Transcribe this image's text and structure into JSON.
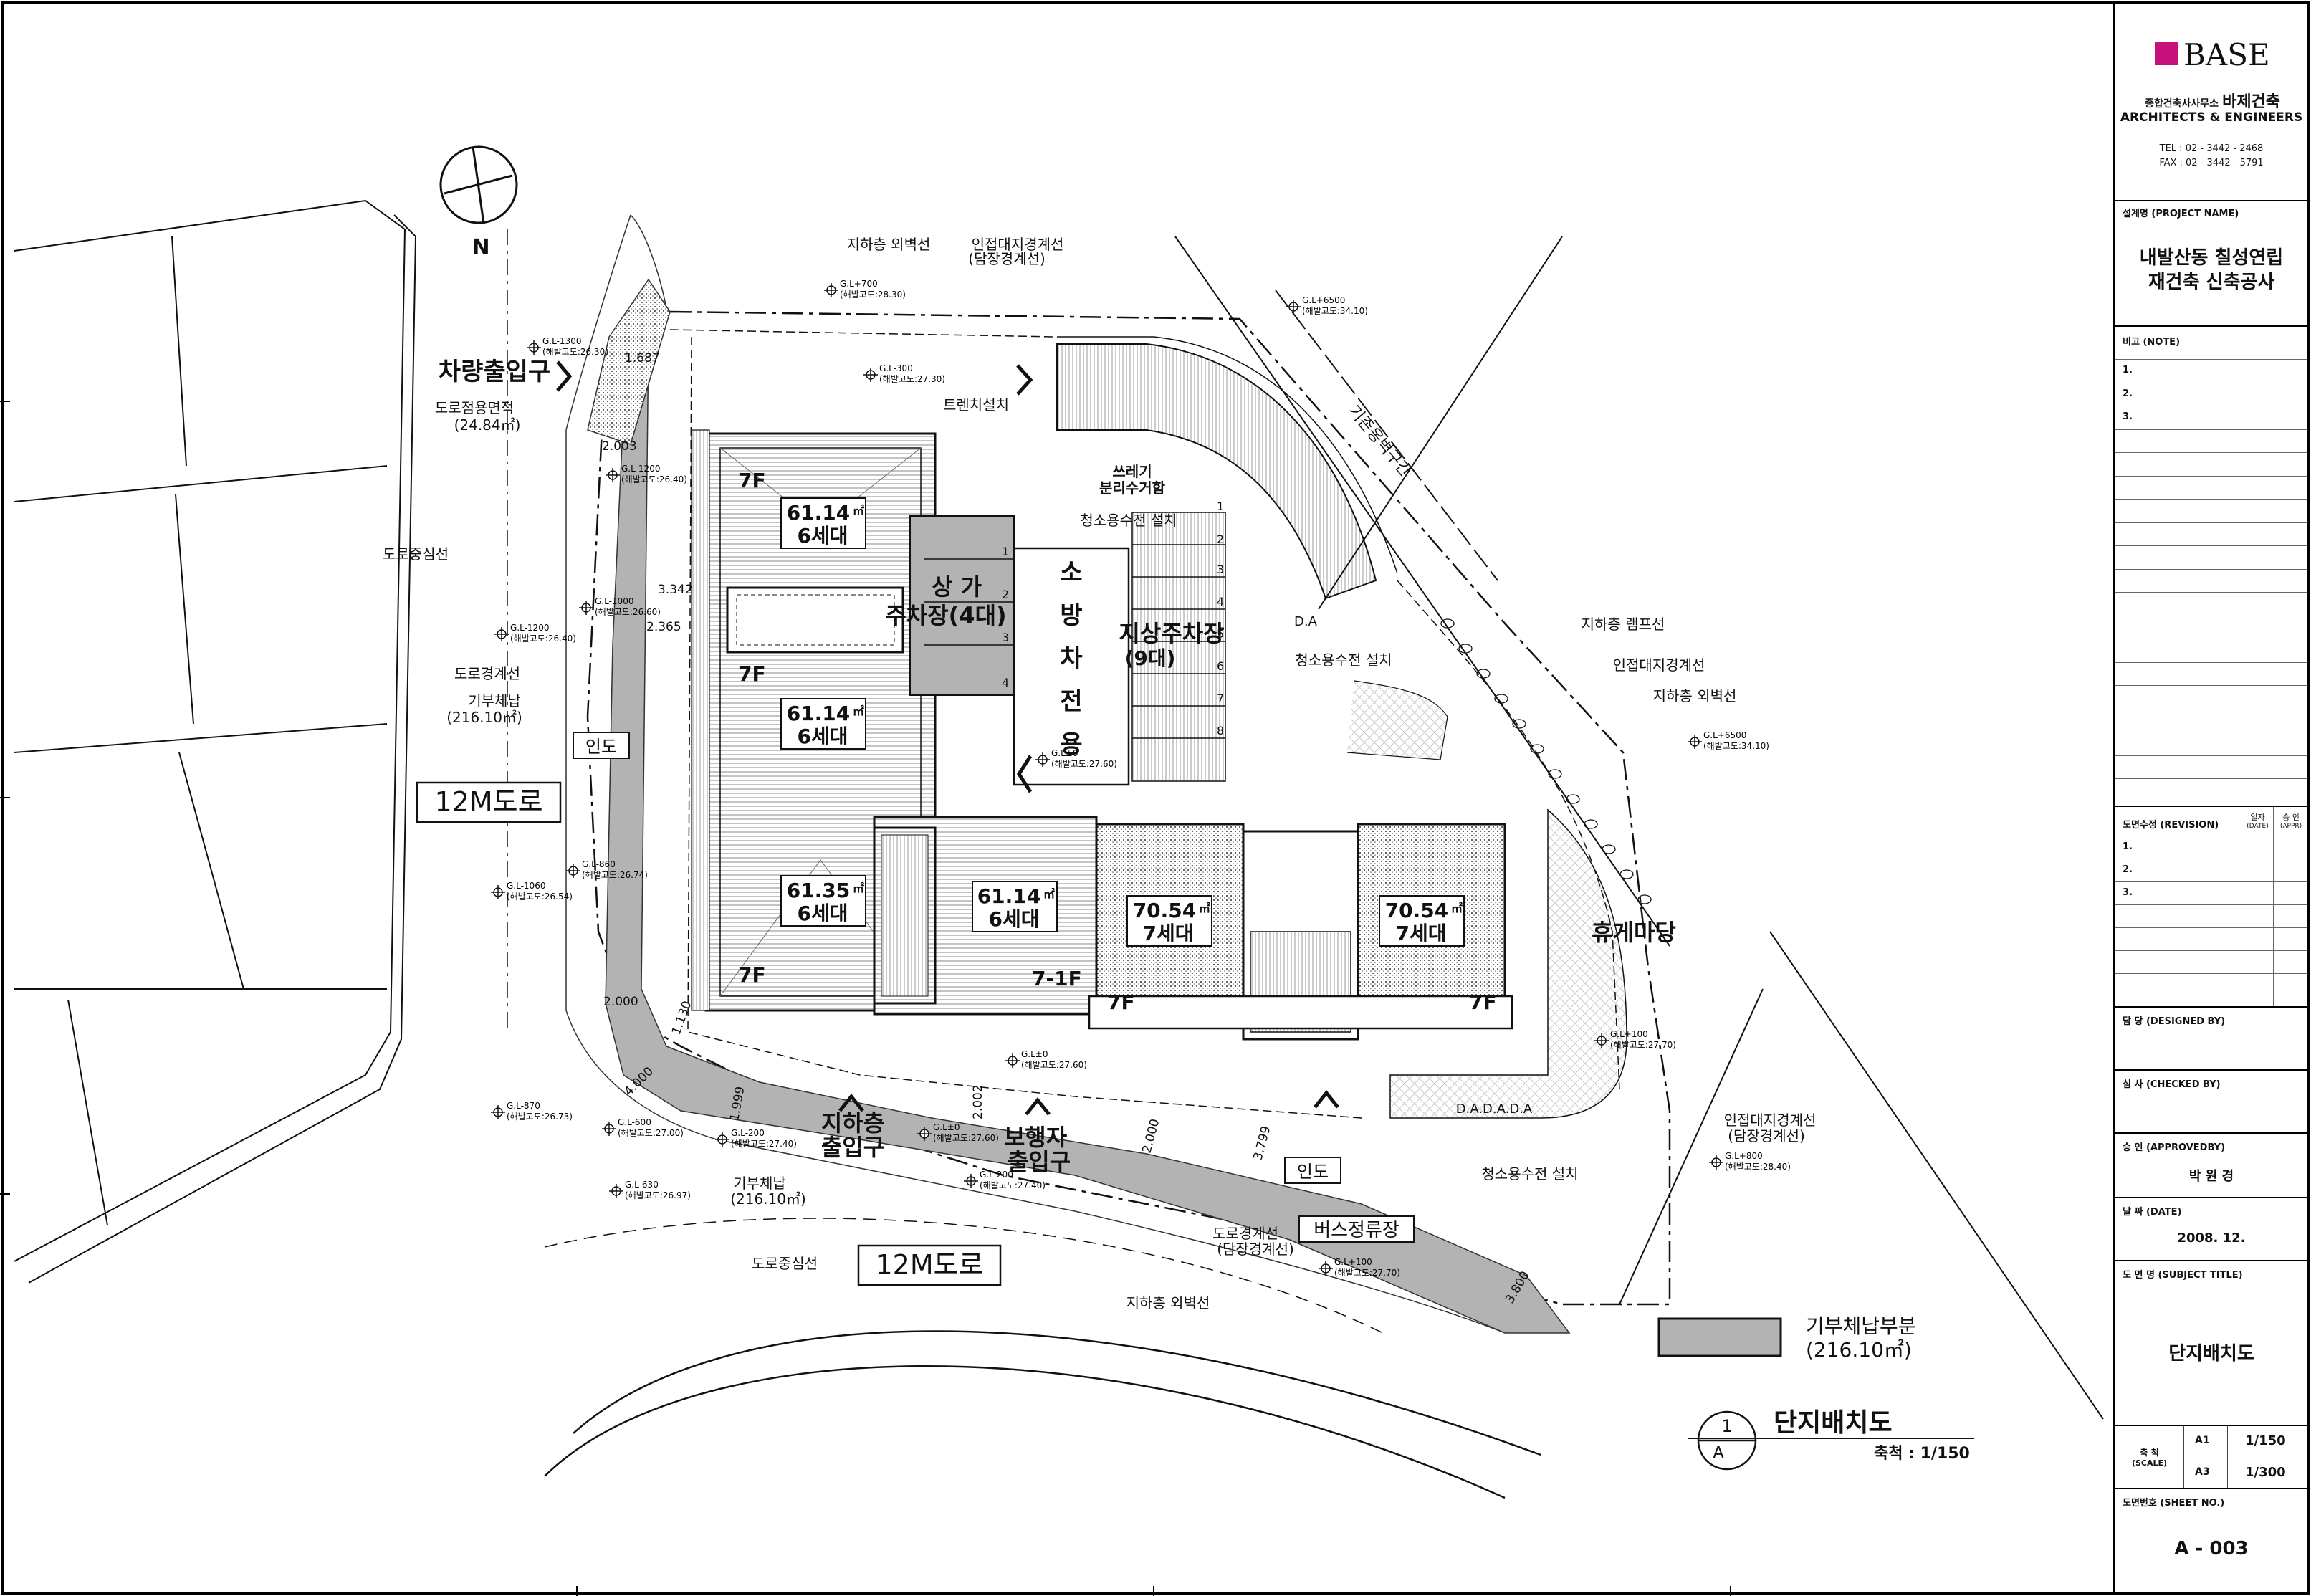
{
  "colors": {
    "accent": "#c8107a",
    "gray": "#b0b0b0",
    "dark": "#111111",
    "pattern": "#d9d9d9"
  },
  "titleblock": {
    "brand": "BASE",
    "firm_ko_prefix": "종합건축사사무소",
    "firm_ko_name": "바제건축",
    "firm_en": "ARCHITECTS & ENGINEERS",
    "tel": "TEL : 02 - 3442 - 2468",
    "fax": "FAX : 02 - 3442 - 5791",
    "project_label": "설계명 (PROJECT NAME)",
    "project_line1": "내발산동 칠성연립",
    "project_line2": "재건축 신축공사",
    "note_label": "비고 (NOTE)",
    "note_items": [
      "1.",
      "2.",
      "3."
    ],
    "revision_label": "도면수정 (REVISION)",
    "rev_date": "일자",
    "rev_date_en": "(DATE)",
    "rev_appr": "승 인",
    "rev_appr_en": "(APPR)",
    "revision_items": [
      "1.",
      "2.",
      "3."
    ],
    "designed_label": "담 당 (DESIGNED BY)",
    "checked_label": "심 사 (CHECKED BY)",
    "approved_label": "승 인 (APPROVEDBY)",
    "approved_name": "박 원 경",
    "date_label": "날 짜 (DATE)",
    "date_value": "2008. 12.",
    "subject_label": "도 면 명 (SUBJECT TITLE)",
    "subject_value": "단지배치도",
    "scale_label": "축 척",
    "scale_label_en": "(SCALE)",
    "scale_a1": "A1",
    "scale_a1_val": "1/150",
    "scale_a3": "A3",
    "scale_a3_val": "1/300",
    "sheet_label": "도면번호 (SHEET NO.)",
    "sheet_value": "A - 003"
  },
  "drawing": {
    "north": "N",
    "road_west": "12M도로",
    "road_south": "12M도로",
    "vehicle_entrance": "차량출입구",
    "road_area_label": "도로점용면적",
    "road_area_value": "(24.84㎡)",
    "road_center_w": "도로중심선",
    "road_center_s": "도로중심선",
    "road_boundary_w": "도로경계선",
    "donation_w_label": "기부체납",
    "donation_w_value": "(216.10㎡)",
    "donation_s_label": "기부체납",
    "donation_s_value": "(216.10㎡)",
    "sidewalk_w": "인도",
    "sidewalk_s": "인도",
    "basement_wall_top": "지하층 외벽선",
    "adjacent_line_top": "인접대지경계선",
    "adjacent_line_top_sub": "(담장경계선)",
    "trench": "트렌치설치",
    "existing_retaining": "기존옹벽구간",
    "garbage1": "쓰레기",
    "garbage2": "분리수거함",
    "faucet1": "청소용수전 설치",
    "faucet2": "청소용수전 설치",
    "faucet3": "청소용수전 설치",
    "ramp_line": "지하층 램프선",
    "adjacent_line_e": "인접대지경계선",
    "basement_wall_e": "지하층 외벽선",
    "adjacent_line_se": "인접대지경계선",
    "adjacent_line_se_sub": "(담장경계선)",
    "rest_yard": "휴게마당",
    "da1": "D.A",
    "da2": "D.A.D.A.D.A",
    "fire_lane": [
      "소",
      "방",
      "차",
      "전",
      "용"
    ],
    "commercial_parking1": "상 가",
    "commercial_parking2": "주차장(4대)",
    "ground_parking1": "지상주차장",
    "ground_parking2": "(9대)",
    "units": [
      {
        "area": "61.14",
        "unit": "㎡",
        "count": "6세대"
      },
      {
        "area": "61.14",
        "unit": "㎡",
        "count": "6세대"
      },
      {
        "area": "61.35",
        "unit": "㎡",
        "count": "6세대"
      },
      {
        "area": "61.14",
        "unit": "㎡",
        "count": "6세대"
      },
      {
        "area": "70.54",
        "unit": "㎡",
        "count": "7세대"
      },
      {
        "area": "70.54",
        "unit": "㎡",
        "count": "7세대"
      }
    ],
    "floors": [
      "7F",
      "7F",
      "7F",
      "7-1F",
      "7F",
      "7F"
    ],
    "basement_entrance1": "지하층",
    "basement_entrance2": "출입구",
    "ped_entrance1": "보행자",
    "ped_entrance2": "출입구",
    "bus_stop": "버스정류장",
    "road_boundary_s": "도로경계선",
    "road_boundary_s_sub": "(담장경계선)",
    "basement_wall_s": "지하층 외벽선",
    "legend_label": "기부체납부분",
    "legend_value": "(216.10㎡)",
    "title_num": "1",
    "title_ref": "A",
    "title": "단지배치도",
    "title_scale": "축척 : 1/150",
    "dims": [
      "1.687",
      "2.003",
      "3.342",
      "2.365",
      "2.000",
      "4.000",
      "1.130",
      "1.999",
      "2.002",
      "2.000",
      "3.799",
      "3.800"
    ],
    "levels": [
      {
        "gl": "G.L-1300",
        "el": "(해발고도:26.30)"
      },
      {
        "gl": "G.L+700",
        "el": "(해발고도:28.30)"
      },
      {
        "gl": "G.L-300",
        "el": "(해발고도:27.30)"
      },
      {
        "gl": "G.L+6500",
        "el": "(해발고도:34.10)"
      },
      {
        "gl": "G.L-1200",
        "el": "(해발고도:26.40)"
      },
      {
        "gl": "G.L-1000",
        "el": "(해발고도:26.60)"
      },
      {
        "gl": "G.L-1200",
        "el": "(해발고도:26.40)"
      },
      {
        "gl": "G.L±0",
        "el": "(해발고도:27.60)"
      },
      {
        "gl": "G.L+6500",
        "el": "(해발고도:34.10)"
      },
      {
        "gl": "G.L-860",
        "el": "(해발고도:26.74)"
      },
      {
        "gl": "G.L-1060",
        "el": "(해발고도:26.54)"
      },
      {
        "gl": "G.L±0",
        "el": "(해발고도:27.60)"
      },
      {
        "gl": "G.L+100",
        "el": "(해발고도:27.70)"
      },
      {
        "gl": "G.L-870",
        "el": "(해발고도:26.73)"
      },
      {
        "gl": "G.L-600",
        "el": "(해발고도:27.00)"
      },
      {
        "gl": "G.L-200",
        "el": "(해발고도:27.40)"
      },
      {
        "gl": "G.L±0",
        "el": "(해발고도:27.60)"
      },
      {
        "gl": "G.L+800",
        "el": "(해발고도:28.40)"
      },
      {
        "gl": "G.L-200",
        "el": "(해발고도:27.40)"
      },
      {
        "gl": "G.L-630",
        "el": "(해발고도:26.97)"
      },
      {
        "gl": "G.L+100",
        "el": "(해발고도:27.70)"
      }
    ],
    "parking_numbers": [
      "1",
      "2",
      "3",
      "4",
      "1",
      "2",
      "3",
      "4",
      "5",
      "6",
      "7",
      "8"
    ]
  }
}
